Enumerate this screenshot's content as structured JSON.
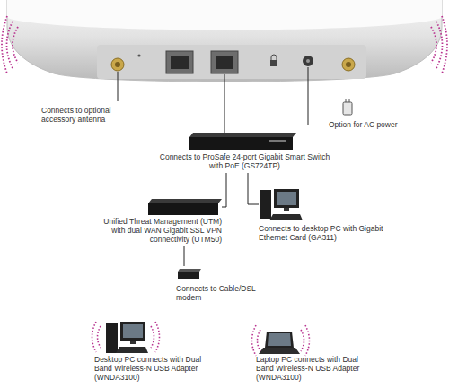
{
  "diagram": {
    "nodes": [
      {
        "text": [
          "Connects to ProSafe 24-port Gigabit Smart Switch with PoE (GS724TP)"
        ]
      },
      {
        "text": [
          "Unified Threat Management (UTM) with dual WAN Gigabit SSL VPN connectivity (UTM50)"
        ]
      },
      {
        "text": [
          "Connects to desktop PC with Gigabit Ethernet Card (GA311)"
        ]
      },
      {
        "text": [
          "Connects to Cable/DSL modem"
        ]
      },
      {
        "text": [
          "Desktop PC connects with Dual Band Wireless-N USB Adapter (WNDA3100)"
        ]
      },
      {
        "text": [
          "Laptop PC connects with Dual Band Wireless-N USB Adapter (WNDA3100)"
        ]
      }
    ],
    "edges": [
      {
        "from": 0,
        "to": 1,
        "arrow": "none"
      },
      {
        "from": 0,
        "to": 2,
        "arrow": "none"
      },
      {
        "from": 1,
        "to": 3,
        "arrow": "none"
      }
    ],
    "labels": [
      "Connects to optional accessory antenna",
      "Option for AC power"
    ]
  }
}
